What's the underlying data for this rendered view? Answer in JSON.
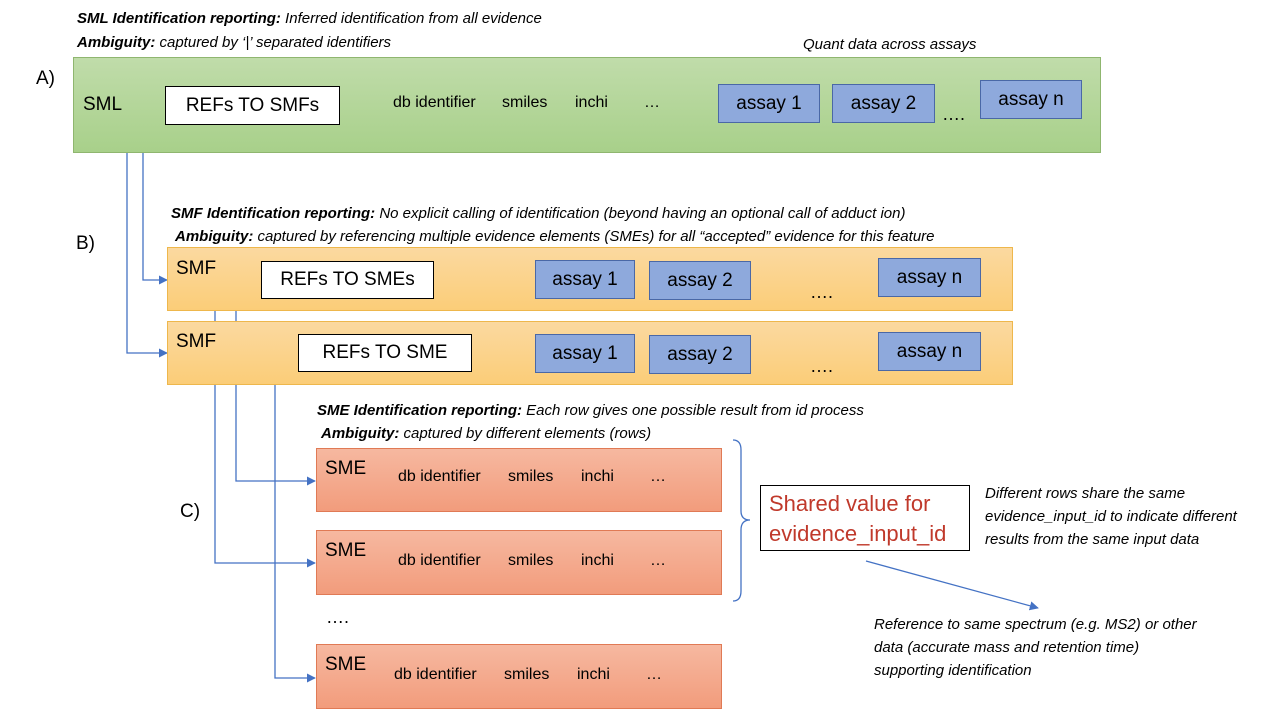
{
  "section_a": {
    "letter": "A)",
    "note_id_label": "SML Identification reporting:",
    "note_id_text": " Inferred identification from all evidence",
    "note_amb_label": "Ambiguity:",
    "note_amb_text": " captured by ‘|’ separated identifiers",
    "quant_note": "Quant data across assays",
    "row": {
      "tag": "SML",
      "ref_label": "REFs TO SMFs",
      "fields": [
        "db identifier",
        "smiles",
        "inchi",
        "…"
      ],
      "assays": [
        "assay 1",
        "assay 2",
        "assay n"
      ],
      "dots": "…."
    }
  },
  "section_b": {
    "letter": "B)",
    "note_id_label": "SMF Identification reporting:",
    "note_id_text": " No explicit calling of identification (beyond having an optional call of adduct ion)",
    "note_amb_label": "Ambiguity:",
    "note_amb_text": " captured by referencing multiple evidence elements (SMEs) for all “accepted” evidence for this feature",
    "rows": [
      {
        "tag": "SMF",
        "ref_label": "REFs TO SMEs",
        "assays": [
          "assay 1",
          "assay 2",
          "assay n"
        ],
        "dots": "…."
      },
      {
        "tag": "SMF",
        "ref_label": "REFs TO SME",
        "assays": [
          "assay 1",
          "assay 2",
          "assay n"
        ],
        "dots": "…."
      }
    ]
  },
  "section_c": {
    "letter": "C)",
    "note_id_label": "SME Identification reporting:",
    "note_id_text": " Each row gives one possible result from id process",
    "note_amb_label": "Ambiguity:",
    "note_amb_text": " captured by different elements (rows)",
    "rows": [
      {
        "tag": "SME",
        "fields": [
          "db identifier",
          "smiles",
          "inchi",
          "…"
        ]
      },
      {
        "tag": "SME",
        "fields": [
          "db identifier",
          "smiles",
          "inchi",
          "…"
        ]
      },
      {
        "tag": "SME",
        "fields": [
          "db identifier",
          "smiles",
          "inchi",
          "…"
        ]
      }
    ],
    "between_dots": "….",
    "shared_box": {
      "line1": "Shared value for",
      "line2": "evidence_input_id"
    },
    "side_note": "Different rows share the same evidence_input_id to indicate different results from the same input data",
    "reference_note": "Reference to same spectrum (e.g. MS2) or other data (accurate mass and retention time) supporting identification"
  },
  "colors": {
    "sml_band": "#a8d08a",
    "smf_band": "#fbcd78",
    "sme_band": "#f29c7c",
    "assay_box": "#8ea9dc",
    "connector": "#4472c4",
    "shared_text": "#c0392b"
  }
}
